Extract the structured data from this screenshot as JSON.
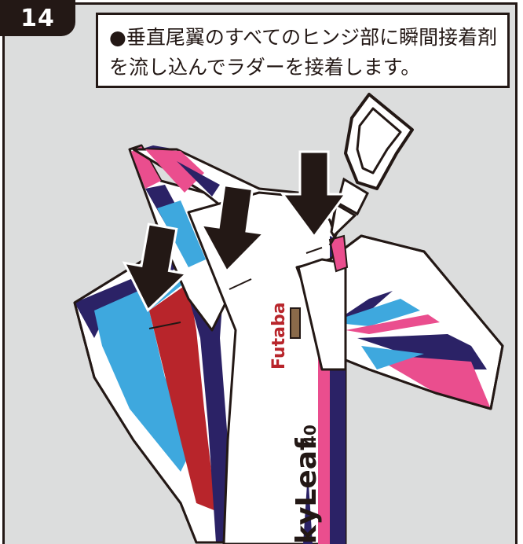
{
  "step": {
    "number": "14"
  },
  "instruction": {
    "line1": "●垂直尾翼のすべてのヒンジ部に瞬間接着剤",
    "line2": "を流し込んでラダーを接着します。"
  },
  "illustration": {
    "brand_logo_text": "Futaba",
    "model_name": "kyLeaf",
    "model_number": "40"
  },
  "colors": {
    "panel_bg": "#dcdddd",
    "ink": "#231815",
    "pink": "#ea4e8e",
    "cyan": "#3ea8de",
    "navy": "#2b2266",
    "red": "#b8252b",
    "brown": "#8a6a4a"
  }
}
